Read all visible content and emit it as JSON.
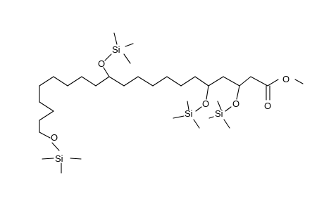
{
  "molecule": {
    "atom_labels": {
      "o_ester_carbonyl": "O",
      "o_ester_methoxy": "O",
      "o_c3": "O",
      "si_c3": "Si",
      "o_c5": "O",
      "si_c5": "Si",
      "o_c12": "O",
      "si_c12": "Si",
      "o_terminal": "O",
      "si_terminal": "Si"
    }
  }
}
